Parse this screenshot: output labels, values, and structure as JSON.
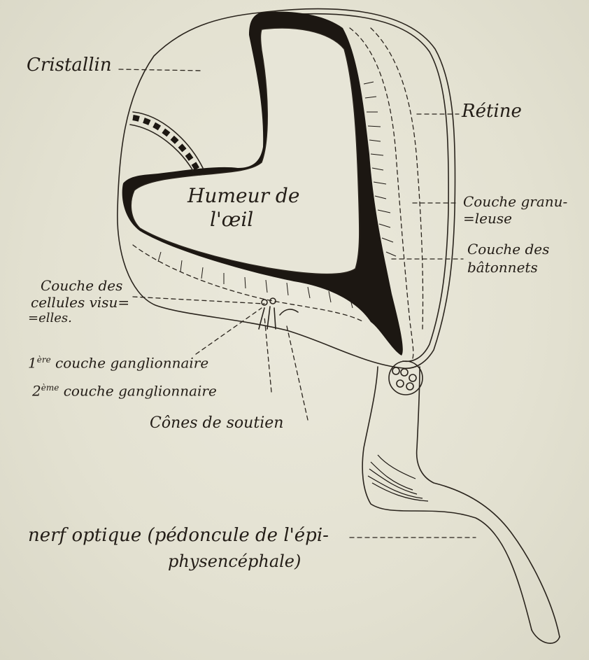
{
  "labels": {
    "cristallin": "Cristallin",
    "retine": "Rétine",
    "humeur_line1": "Humeur de",
    "humeur_line2": "l'œil",
    "granu_line1": "Couche granu-",
    "granu_line2": "=leuse",
    "batonnets_line1": "Couche des",
    "batonnets_line2": "bâtonnets",
    "visu_line1": "Couche des",
    "visu_line2": "cellules visu=",
    "visu_line3": "=elles.",
    "gang1_num": "1",
    "gang1_sup": "ère",
    "gang1_text": "couche ganglionnaire",
    "gang2_num": "2",
    "gang2_sup": "ème",
    "gang2_text": "couche ganglionnaire",
    "cones": "Cônes de soutien",
    "nerf_line1": "nerf optique (pédoncule de l'épi-",
    "nerf_line2": "physencéphale)"
  },
  "colors": {
    "paper": "#e4e2d3",
    "ink": "#2a241d",
    "pigment": "#1c1712"
  }
}
